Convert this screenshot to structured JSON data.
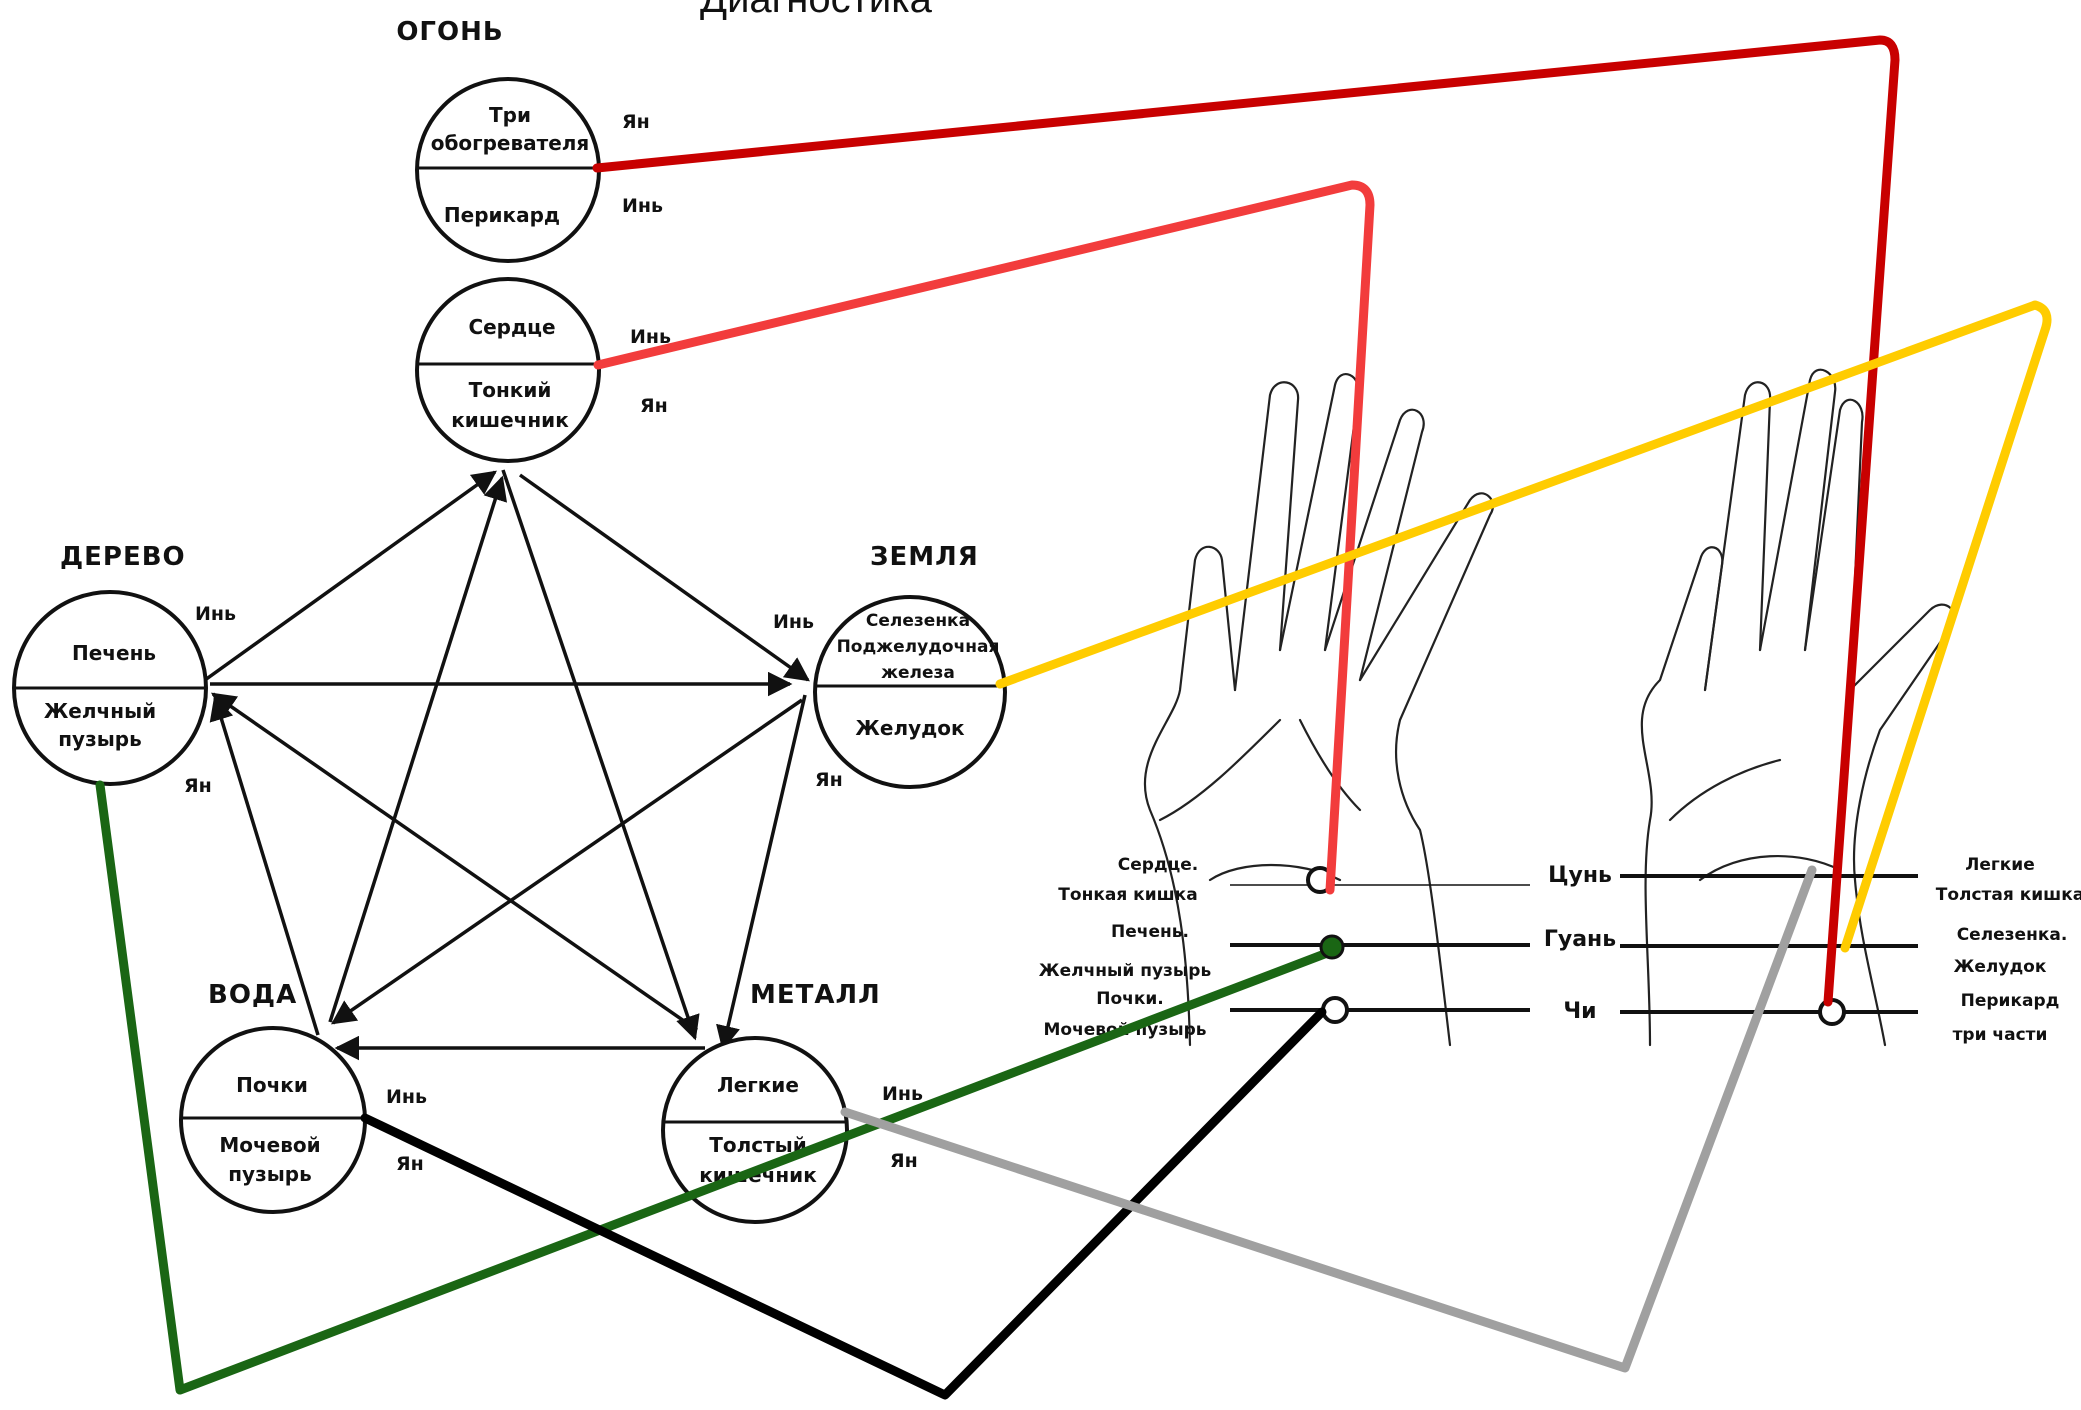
{
  "header": {
    "title": "Диагностика"
  },
  "elements": {
    "fire": {
      "name": "ОГОНЬ"
    },
    "wood": {
      "name": "ДЕРЕВО"
    },
    "earth": {
      "name": "ЗЕМЛЯ"
    },
    "water": {
      "name": "ВОДА"
    },
    "metal": {
      "name": "МЕТАЛЛ"
    }
  },
  "organs": {
    "triple_heater": [
      "Три",
      "обогревателя"
    ],
    "pericardium": "Перикард",
    "heart": "Сердце",
    "small_intestine": [
      "Тонкий",
      "кишечник"
    ],
    "liver": "Печень",
    "gallbladder": [
      "Желчный",
      "пузырь"
    ],
    "spleen": [
      "Селезенка",
      "Поджелудочная",
      "железа"
    ],
    "stomach": "Желудок",
    "kidneys": "Почки",
    "bladder": [
      "Мочевой",
      "пузырь"
    ],
    "lungs": "Легкие",
    "large_intestine": [
      "Толстый",
      "кишечник"
    ]
  },
  "yin_yang": {
    "yin": "Инь",
    "yang": "Ян"
  },
  "pulse_positions": {
    "left_labels": [
      [
        "Сердце.",
        "Тонкая кишка"
      ],
      [
        "Печень.",
        "Желчный пузырь"
      ],
      [
        "Почки.",
        "Мочевой пузырь"
      ]
    ],
    "names": [
      "Цунь",
      "Гуань",
      "Чи"
    ],
    "right_labels": [
      [
        "Легкие",
        "Толстая кишка"
      ],
      [
        "Селезенка.",
        "Желудок"
      ],
      [
        "Перикард",
        "три части"
      ]
    ]
  },
  "colors": {
    "dark_red": "#c80000",
    "red": "#f23c3c",
    "yellow": "#ffcc00",
    "green": "#1a6614",
    "black": "#000000",
    "gray": "#a0a0a0"
  }
}
